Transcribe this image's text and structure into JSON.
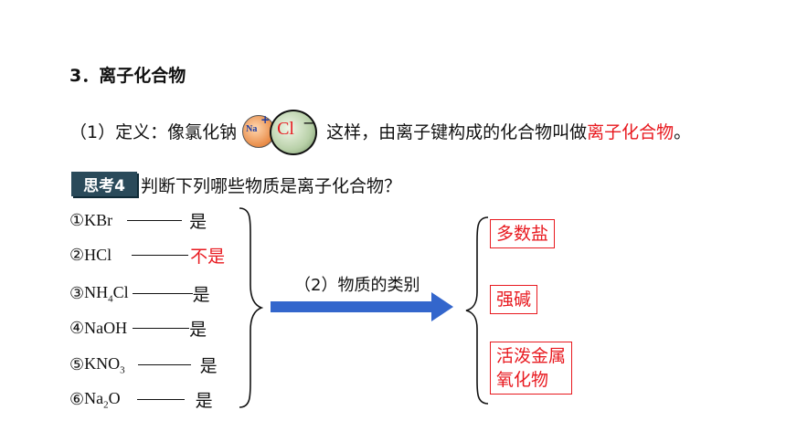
{
  "section": {
    "title": "3．离子化合物"
  },
  "definition": {
    "prefix": "（1）定义：像氯化钠",
    "na_label": "Na",
    "na_charge": "+",
    "cl_label": "Cl",
    "cl_charge": "−",
    "middle": "这样，由离子键构成的化合物叫做",
    "highlight": "离子化合物",
    "suffix": "。"
  },
  "think": {
    "badge": "思考4",
    "question": "判断下列哪些物质是离子化合物？"
  },
  "items": [
    {
      "num": "①",
      "formula": "KBr",
      "answer": "是"
    },
    {
      "num": "②",
      "formula": "HCl",
      "answer": "不是"
    },
    {
      "num": "③",
      "formula_main": "NH",
      "formula_sub": "4",
      "formula_end": "Cl",
      "answer": "是"
    },
    {
      "num": "④",
      "formula": "NaOH",
      "answer": "是"
    },
    {
      "num": "⑤",
      "formula_main": "KNO",
      "formula_sub": "3",
      "answer": "是"
    },
    {
      "num": "⑥",
      "formula_main": "Na",
      "formula_sub": "2",
      "formula_end": "O",
      "answer": "是"
    }
  ],
  "arrow_label": "（2）物质的类别",
  "categories": [
    {
      "line1": "多数盐"
    },
    {
      "line1": "强碱"
    },
    {
      "line1": "活泼金属",
      "line2": "氧化物"
    }
  ],
  "colors": {
    "red": "#e8191f",
    "arrow": "#3366cc",
    "badge_bg": "#2a4a5a"
  }
}
